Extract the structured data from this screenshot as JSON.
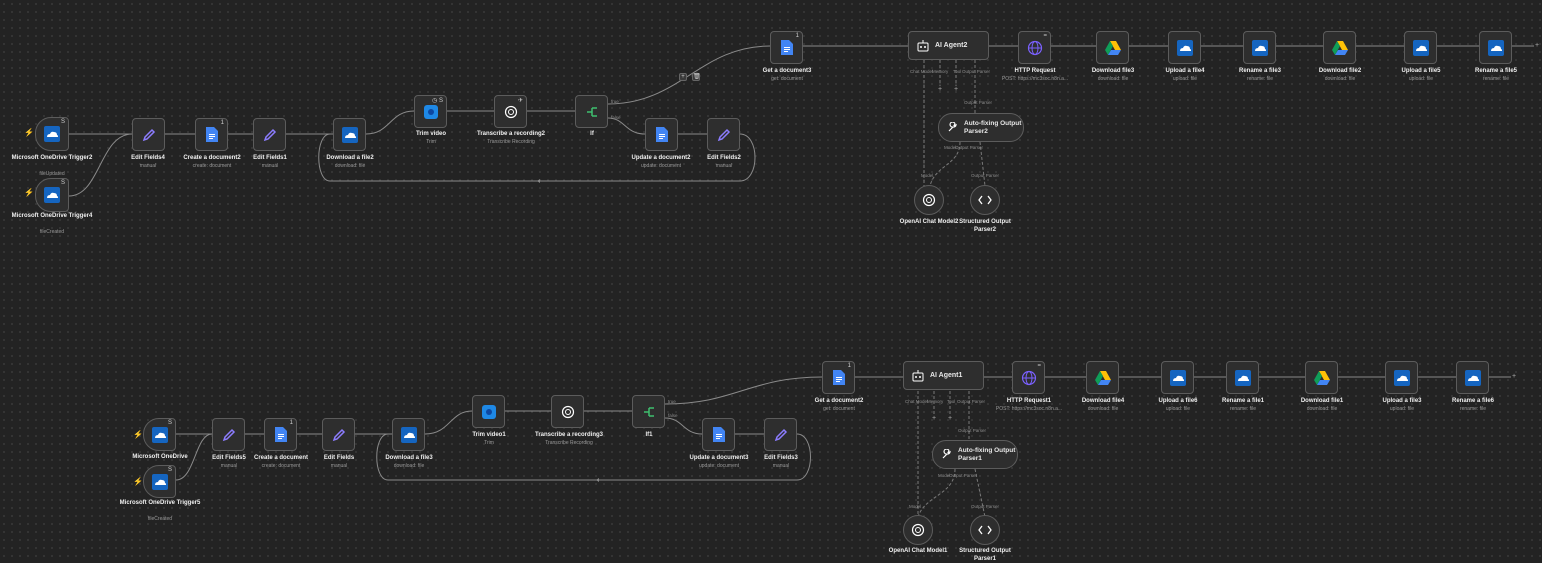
{
  "colors": {
    "canvas": "#232323",
    "node_bg": "#2e2e2e",
    "node_border": "#5c5c5c",
    "wire": "#8a8a8a",
    "subwire": "#7a7a7a",
    "trigger_mark": "#ff6d5a",
    "onedrive_blue": "#1565c0",
    "edit_purple": "#8c7cff",
    "if_green": "#3fbf6f",
    "globe_purple": "#7b61ff"
  },
  "workflow_top": {
    "trigger2": {
      "title": "Microsoft OneDrive Trigger2",
      "sub": "fileUpdated"
    },
    "trigger4": {
      "title": "Microsoft OneDrive Trigger4",
      "sub": "fileCreated"
    },
    "edit_fields4": {
      "title": "Edit Fields4",
      "sub": "manual"
    },
    "create_doc2": {
      "title": "Create a document2",
      "sub": "create: document"
    },
    "edit_fields1": {
      "title": "Edit Fields1",
      "sub": "manual"
    },
    "download_file2": {
      "title": "Download a file2",
      "sub": "download: file"
    },
    "trim_video": {
      "title": "Trim video",
      "sub": "Trim"
    },
    "transcribe2": {
      "title": "Transcribe a recording2",
      "sub": "Transcribe Recording"
    },
    "if": {
      "title": "If",
      "true_label": "true",
      "false_label": "false"
    },
    "update_doc2": {
      "title": "Update a document2",
      "sub": "update: document"
    },
    "edit_fields2": {
      "title": "Edit Fields2",
      "sub": "manual"
    },
    "get_doc3": {
      "title": "Get a document3",
      "sub": "get: document"
    },
    "ai_agent2": {
      "title": "AI Agent2",
      "ports": [
        "Chat Model",
        "Memory",
        "Tool",
        "Output Parser"
      ]
    },
    "http_request": {
      "title": "HTTP Request",
      "sub": "POST: https://mc3soc.n8n.a..."
    },
    "download_file3": {
      "title": "Download file3",
      "sub": "download: file"
    },
    "upload_file4": {
      "title": "Upload a file4",
      "sub": "upload: file"
    },
    "rename_file3": {
      "title": "Rename a file3",
      "sub": "rename: file"
    },
    "download_file2b": {
      "title": "Download file2",
      "sub": "download: file"
    },
    "upload_file5": {
      "title": "Upload a file5",
      "sub": "upload: file"
    },
    "rename_file5": {
      "title": "Rename a file5",
      "sub": "rename: file"
    },
    "auto_fix2": {
      "title": "Auto-fixing Output Parser2",
      "port_top": "Output Parser",
      "port_bottom_model": "Model",
      "port_bottom_parser": "Output Parser"
    },
    "openai_model2": {
      "title": "OpenAI Chat Model2",
      "port": "Model"
    },
    "structured2": {
      "title": "Structured Output Parser2",
      "port": "Output Parser"
    }
  },
  "workflow_bottom": {
    "trigger": {
      "title": "Microsoft OneDrive",
      "sub": ""
    },
    "trigger5": {
      "title": "Microsoft OneDrive Trigger5",
      "sub": "fileCreated"
    },
    "edit_fields5": {
      "title": "Edit Fields5",
      "sub": "manual"
    },
    "create_doc": {
      "title": "Create a document",
      "sub": "create: document"
    },
    "edit_fields": {
      "title": "Edit Fields",
      "sub": "manual"
    },
    "download_file3": {
      "title": "Download a file3",
      "sub": "download: file"
    },
    "trim_video1": {
      "title": "Trim video1",
      "sub": "Trim"
    },
    "transcribe3": {
      "title": "Transcribe a recording3",
      "sub": "Transcribe Recording"
    },
    "if1": {
      "title": "If1",
      "true_label": "true",
      "false_label": "false"
    },
    "update_doc3": {
      "title": "Update a document3",
      "sub": "update: document"
    },
    "edit_fields3": {
      "title": "Edit Fields3",
      "sub": "manual"
    },
    "get_doc2": {
      "title": "Get a document2",
      "sub": "get: document"
    },
    "ai_agent1": {
      "title": "AI Agent1",
      "ports": [
        "Chat Model",
        "Memory",
        "Tool",
        "Output Parser"
      ]
    },
    "http_request1": {
      "title": "HTTP Request1",
      "sub": "POST: https://mc3soc.n8n.a..."
    },
    "download_file4": {
      "title": "Download file4",
      "sub": "download: file"
    },
    "upload_file6": {
      "title": "Upload a file6",
      "sub": "upload: file"
    },
    "rename_file1": {
      "title": "Rename a file1",
      "sub": "rename: file"
    },
    "download_file1": {
      "title": "Download file1",
      "sub": "download: file"
    },
    "upload_file3": {
      "title": "Upload a file3",
      "sub": "upload: file"
    },
    "rename_file6": {
      "title": "Rename a file6",
      "sub": "rename: file"
    },
    "auto_fix1": {
      "title": "Auto-fixing Output Parser1",
      "port_top": "Output Parser",
      "port_bottom_model": "Model",
      "port_bottom_parser": "Output Parser"
    },
    "openai_model1": {
      "title": "OpenAI Chat Model1",
      "port": "Model"
    },
    "structured1": {
      "title": "Structured Output Parser1",
      "port": "Output Parser"
    }
  }
}
